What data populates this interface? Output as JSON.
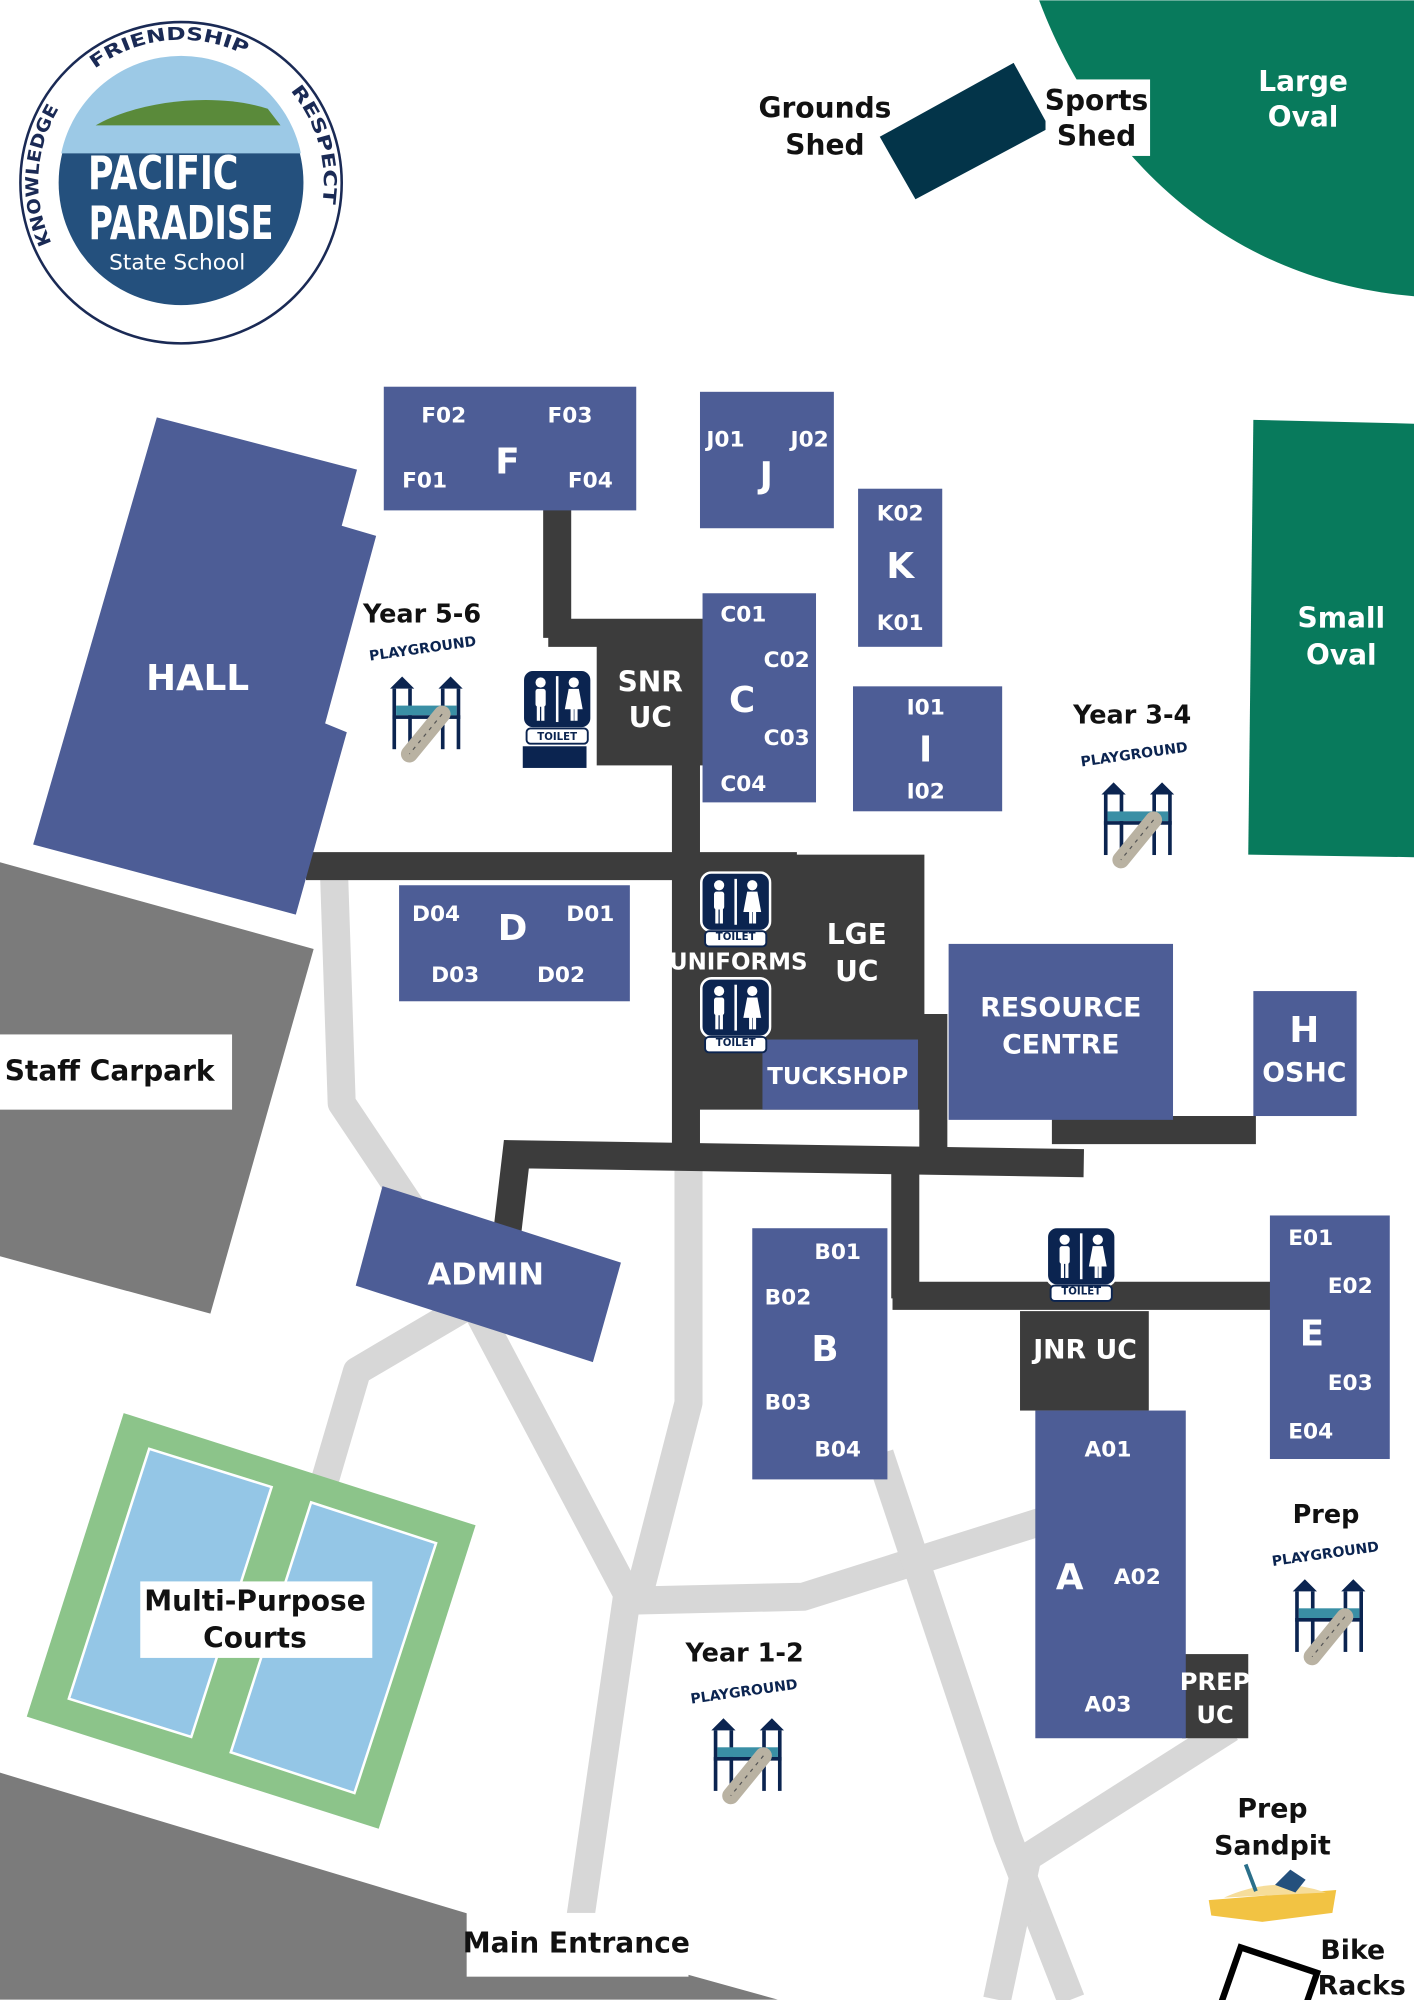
{
  "logo": {
    "motto_top": "FRIENDSHIP",
    "motto_left": "KNOWLEDGE",
    "motto_right": "RESPECT",
    "line1": "PACIFIC",
    "line2": "PARADISE",
    "line3": "State School"
  },
  "colors": {
    "building": "#4d5d96",
    "dark_path": "#3c3c3c",
    "light_path": "#d7d7d7",
    "oval": "#087a5c",
    "carpark": "#7b7b7b",
    "court_border": "#8cc48a",
    "court": "#94c6e6",
    "shed": "#033449",
    "navy": "#0b2450"
  },
  "icons": {
    "toilet": "toilet-icon",
    "playground": "playground-icon",
    "sandpit": "sandpit-icon"
  },
  "playground_word": "PLAYGROUND",
  "toilet_word": "TOILET",
  "places": {
    "grounds_shed": [
      "Grounds",
      "Shed"
    ],
    "sports_shed": [
      "Sports",
      "Shed"
    ],
    "large_oval": [
      "Large",
      "Oval"
    ],
    "small_oval": [
      "Small",
      "Oval"
    ],
    "hall": "HALL",
    "staff_carpark": "Staff Carpark",
    "courts": [
      "Multi-Purpose",
      "Courts"
    ],
    "main_entrance": "Main Entrance",
    "admin": "ADMIN",
    "snr_uc": [
      "SNR",
      "UC"
    ],
    "lge_uc": [
      "LGE",
      "UC"
    ],
    "jnr_uc": "JNR UC",
    "prep_uc": [
      "PREP",
      "UC"
    ],
    "uniforms": "UNIFORMS",
    "tuckshop": "TUCKSHOP",
    "resource_centre": [
      "RESOURCE",
      "CENTRE"
    ],
    "oshc": [
      "H",
      "OSHC"
    ],
    "prep_sandpit": [
      "Prep",
      "Sandpit"
    ],
    "bike_racks": [
      "Bike",
      "Racks"
    ]
  },
  "playgrounds": [
    "Year 5-6",
    "Year 3-4",
    "Year 1-2",
    "Prep"
  ],
  "blocks": {
    "F": {
      "name": "F",
      "rooms": [
        "F02",
        "F03",
        "F01",
        "F04"
      ]
    },
    "J": {
      "name": "J",
      "rooms": [
        "J01",
        "J02"
      ]
    },
    "K": {
      "name": "K",
      "rooms": [
        "K02",
        "K01"
      ]
    },
    "C": {
      "name": "C",
      "rooms": [
        "C01",
        "C02",
        "C03",
        "C04"
      ]
    },
    "I": {
      "name": "I",
      "rooms": [
        "I01",
        "I02"
      ]
    },
    "D": {
      "name": "D",
      "rooms": [
        "D04",
        "D01",
        "D03",
        "D02"
      ]
    },
    "B": {
      "name": "B",
      "rooms": [
        "B01",
        "B02",
        "B03",
        "B04"
      ]
    },
    "E": {
      "name": "E",
      "rooms": [
        "E01",
        "E02",
        "E03",
        "E04"
      ]
    },
    "A": {
      "name": "A",
      "rooms": [
        "A01",
        "A02",
        "A03"
      ]
    }
  }
}
